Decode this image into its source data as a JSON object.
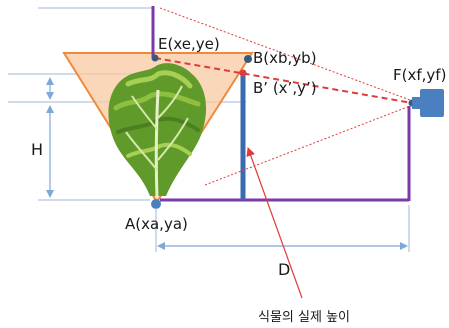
{
  "labels": {
    "point_e": "E(xe,ye)",
    "point_b": "B(xb,yb)",
    "point_b_prime": "B’ (x’,y’)",
    "point_f": "F(xf,yf)",
    "point_a": "A(xa,ya)",
    "height": "H",
    "distance": "D",
    "caption": "식물의 실제 높이"
  },
  "colors": {
    "triangle_fill": "#f9c9a3",
    "triangle_stroke": "#f08a3a",
    "frame_purple": "#7a3aa8",
    "pole_blue": "#3a6bb0",
    "sight_red": "#e03a3a",
    "dimension_blue": "#7fa8d8",
    "camera_blue": "#4a7fc0",
    "point_dark": "#3b5a7a",
    "lettuce_green": "#5f9a2a"
  },
  "icons": {
    "camera": "camera-icon",
    "plant": "lettuce-plant-icon"
  }
}
